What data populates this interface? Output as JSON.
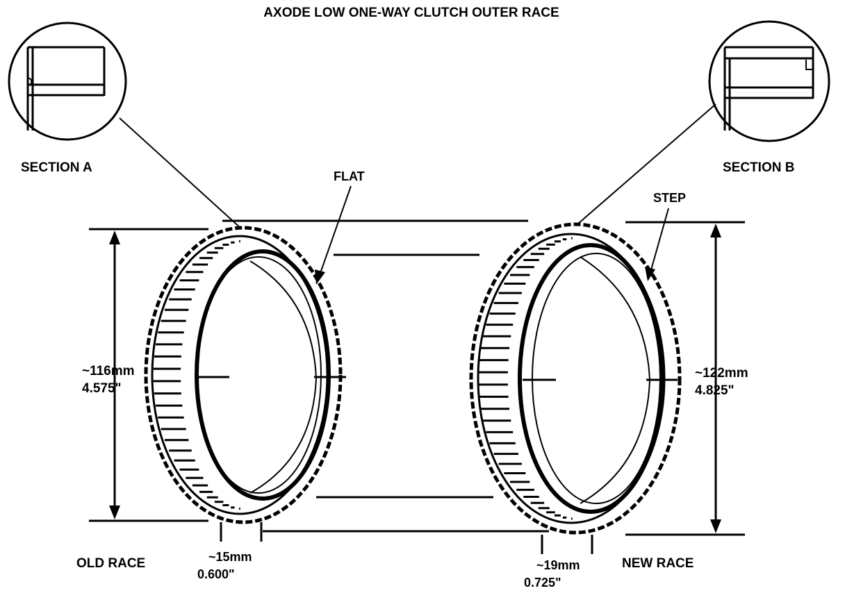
{
  "title": "AXODE LOW ONE-WAY CLUTCH OUTER RACE",
  "labels": {
    "section_a": "SECTION A",
    "section_b": "SECTION B",
    "flat": "FLAT",
    "step": "STEP",
    "old_race": "OLD RACE",
    "new_race": "NEW RACE"
  },
  "dimensions": {
    "old_height_mm": "~116mm",
    "old_height_in": "4.575\"",
    "new_height_mm": "~122mm",
    "new_height_in": "4.825\"",
    "old_width_mm": "~15mm",
    "old_width_in": "0.600\"",
    "new_width_mm": "~19mm",
    "new_width_in": "0.725\""
  }
}
